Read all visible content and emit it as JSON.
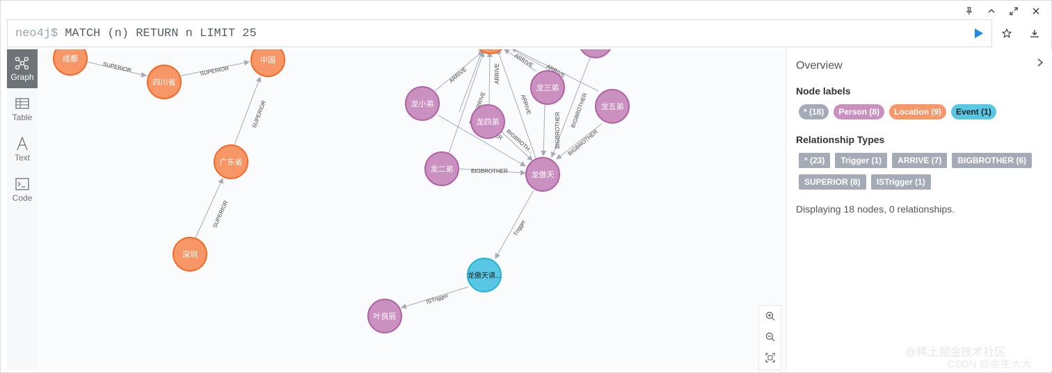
{
  "window": {
    "pin_icon": "pin-icon",
    "collapse_icon": "chevron-up-icon",
    "expand_icon": "expand-icon",
    "close_icon": "close-icon"
  },
  "editor": {
    "prompt": "neo4j$",
    "query": "MATCH (n) RETURN n LIMIT 25"
  },
  "leftbar": {
    "items": [
      {
        "label": "Graph",
        "icon": "graph-icon",
        "active": true
      },
      {
        "label": "Table",
        "icon": "table-icon",
        "active": false
      },
      {
        "label": "Text",
        "icon": "text-icon",
        "active": false
      },
      {
        "label": "Code",
        "icon": "code-icon",
        "active": false
      }
    ]
  },
  "colors": {
    "location": "#f79767",
    "location_stroke": "#f36924",
    "person": "#c990c0",
    "person_stroke": "#b261a5",
    "event": "#57c7e3",
    "event_stroke": "#23b3d7",
    "all": "#a5abb6",
    "run": "#1a88e8"
  },
  "graph": {
    "nodes": {
      "chengdu": "成都",
      "sichuan": "四川省",
      "zhongguo": "中国",
      "guangdong": "广东省",
      "shenzhen": "深圳",
      "longxiaodi": "龙小弟",
      "longsidi": "龙四弟",
      "longsandi": "龙三弟",
      "longwudi": "龙五弟",
      "longerdi": "龙二弟",
      "longaotian": "龙傲天",
      "event": "龙傲天请...",
      "yeliangchen": "叶良辰"
    },
    "rels": {
      "superior": "SUPERIOR",
      "arrive": "ARRIVE",
      "bigbrother": "BIGBROTHER",
      "bigbroth_cut": "BIGBROTH...",
      "trigger": "Trigger",
      "istrigger": "ISTrigger"
    }
  },
  "zoom": {
    "in_icon": "zoom-in-icon",
    "out_icon": "zoom-out-icon",
    "fit_icon": "fit-icon"
  },
  "overview": {
    "title": "Overview",
    "node_labels_title": "Node labels",
    "node_labels": [
      "* (18)",
      "Person (8)",
      "Location (9)",
      "Event (1)"
    ],
    "rel_types_title": "Relationship Types",
    "rel_types_row1": [
      "* (23)",
      "Trigger (1)",
      "ARRIVE (7)",
      "BIGBROTHER (6)"
    ],
    "rel_types_row2": [
      "SUPERIOR (8)",
      "ISTrigger (1)"
    ],
    "status": "Displaying 18 nodes, 0 relationships."
  },
  "watermark": {
    "line1": "@稀土掘金技术社区",
    "line2": "CSDN @余生大大"
  }
}
